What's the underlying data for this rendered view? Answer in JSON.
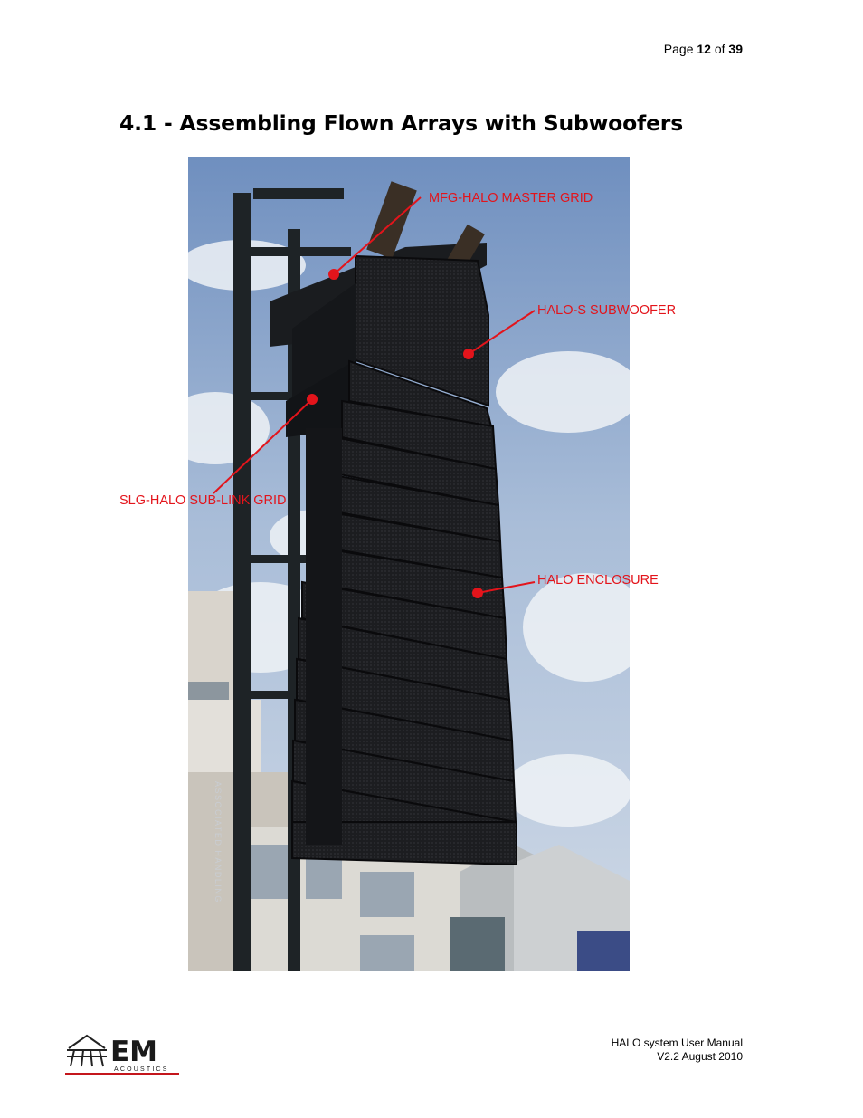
{
  "header": {
    "page_prefix": "Page",
    "page_current": "12",
    "page_of": "of",
    "page_total": "39"
  },
  "section": {
    "title": "4.1 - Assembling Flown Arrays with Subwoofers"
  },
  "figure": {
    "callouts": {
      "master_grid": "MFG-HALO MASTER GRID",
      "subwoofer": "HALO-S SUBWOOFER",
      "sub_link_grid": "SLG-HALO SUB-LINK GRID",
      "enclosure": "HALO ENCLOSURE"
    },
    "forklift_text": "ASSOCIATED HANDLING",
    "accent_color": "#e3141b"
  },
  "footer": {
    "logo_letters": "EM",
    "logo_subtext": "ACOUSTICS",
    "manual_title": "HALO system  User Manual",
    "version": "V2.2 August 2010"
  }
}
